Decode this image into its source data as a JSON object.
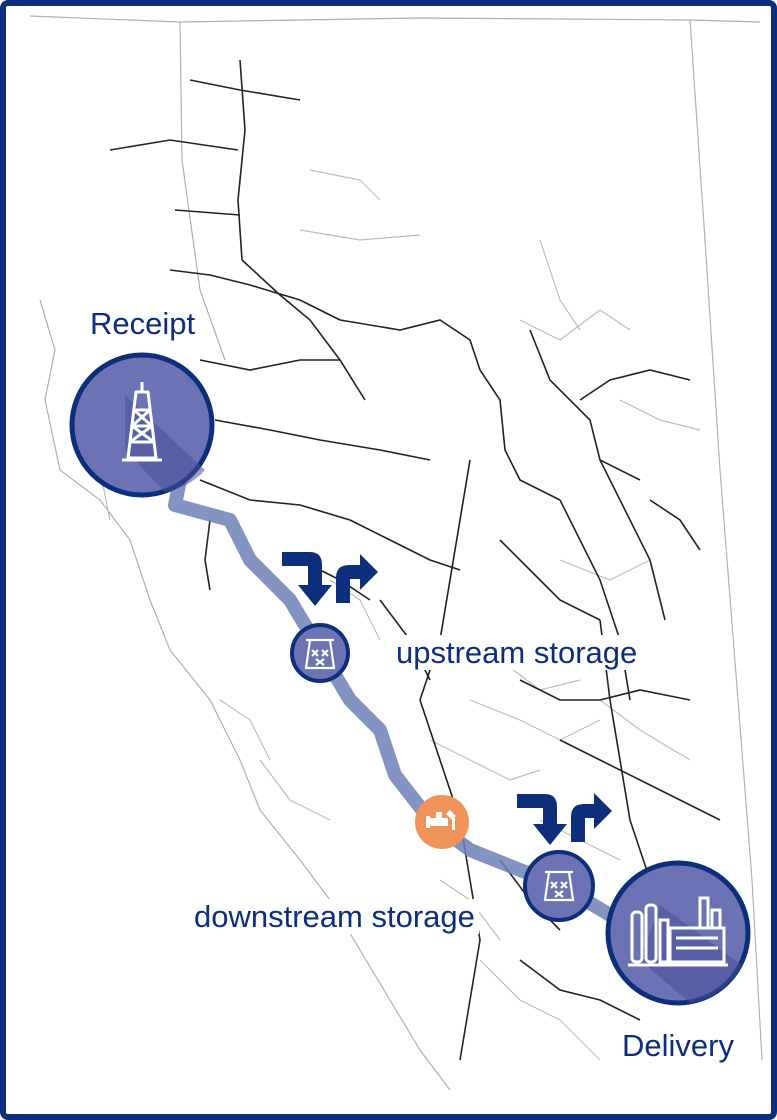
{
  "labels": {
    "receipt": "Receipt",
    "upstream_storage": "upstream storage",
    "downstream_storage": "downstream storage",
    "delivery": "Delivery"
  },
  "colors": {
    "frame": "#0d2e7a",
    "node_fill": "#6c73b5",
    "node_dark": "#4a4f95",
    "route": "#6d81b8",
    "arrow": "#0d2e7a",
    "compressor": "#f0935a",
    "map_line": "#222222",
    "map_light": "#b9b9b9"
  },
  "icons": {
    "receipt": "drilling-rig-icon",
    "storage": "storage-tank-icon",
    "compressor": "compressor-station-icon",
    "delivery": "industrial-plant-icon",
    "injection": "inject-arrow-icon",
    "withdrawal": "withdraw-arrow-icon"
  }
}
